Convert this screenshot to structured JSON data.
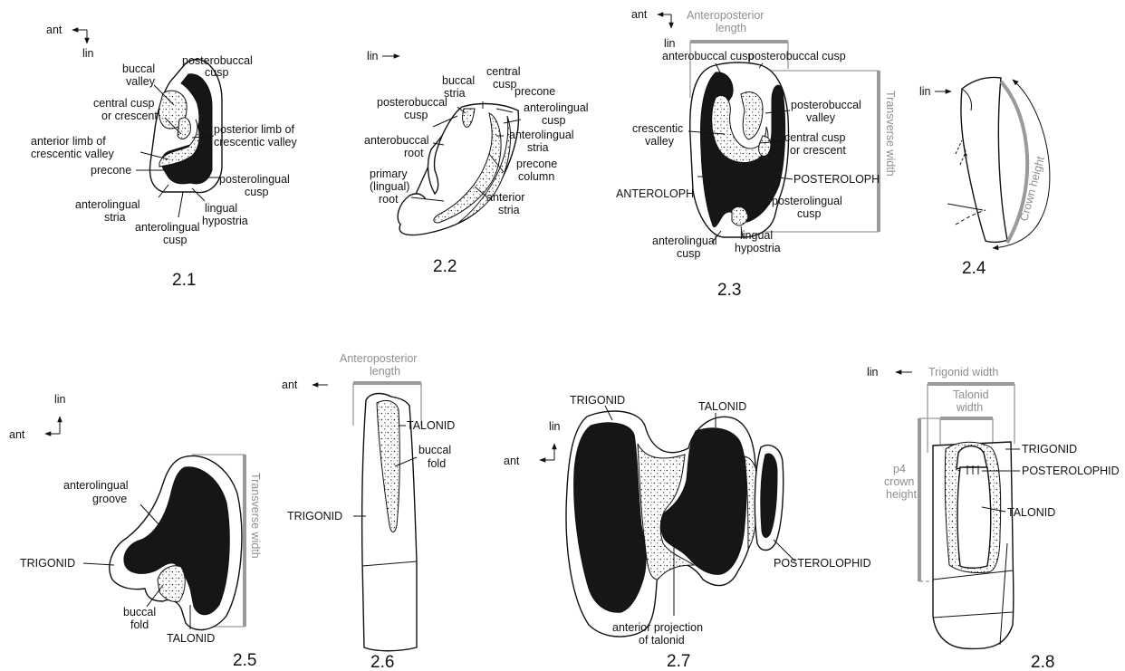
{
  "panels": [
    {
      "id": "2.1",
      "number": "2.1",
      "orientation": {
        "a": "ant",
        "b": "lin"
      },
      "labels": [
        "posterobuccal",
        "cusp",
        "buccal",
        "valley",
        "central cusp",
        "or crescent",
        "posterior limb of",
        "crescentic valley",
        "anterior limb of",
        "crescentic valley",
        "precone",
        "posterolingual",
        "cusp",
        "anterolingual",
        "stria",
        "lingual",
        "hypostria",
        "anterolingual",
        "cusp"
      ]
    },
    {
      "id": "2.2",
      "number": "2.2",
      "orientation": {
        "a": "lin"
      },
      "labels": [
        "buccal",
        "stria",
        "central",
        "cusp",
        "precone",
        "posterobuccal",
        "cusp",
        "anterolingual",
        "cusp",
        "anterobuccal",
        "root",
        "anterolingual",
        "stria",
        "precone",
        "column",
        "primary",
        "(lingual)",
        "root",
        "anterior",
        "stria"
      ]
    },
    {
      "id": "2.3",
      "number": "2.3",
      "orientation": {
        "a": "ant",
        "b": "lin"
      },
      "measurements": [
        "Anteroposterior",
        "length",
        "Transverse width"
      ],
      "labels": [
        "anterobuccal cusp",
        "posterobuccal cusp",
        "posterobuccal",
        "valley",
        "crescentic",
        "valley",
        "central cusp",
        "or crescent",
        "POSTEROLOPH",
        "ANTEROLOPH",
        "posterolingual",
        "cusp",
        "anterolingual",
        "cusp",
        "lingual",
        "hypostria"
      ]
    },
    {
      "id": "2.4",
      "number": "2.4",
      "orientation": {
        "a": "lin"
      },
      "measurements": [
        "Crown height"
      ],
      "labels": []
    },
    {
      "id": "2.5",
      "number": "2.5",
      "orientation": {
        "a": "lin",
        "b": "ant"
      },
      "measurements": [
        "Transverse width"
      ],
      "labels": [
        "anterolingual",
        "groove",
        "TRIGONID",
        "buccal",
        "fold",
        "TALONID"
      ]
    },
    {
      "id": "2.6",
      "number": "2.6",
      "orientation": {
        "a": "ant"
      },
      "measurements": [
        "Anteroposterior",
        "length"
      ],
      "labels": [
        "TALONID",
        "buccal",
        "fold",
        "TRIGONID"
      ]
    },
    {
      "id": "2.7",
      "number": "2.7",
      "orientation": {
        "a": "lin",
        "b": "ant"
      },
      "labels": [
        "TRIGONID",
        "TALONID",
        "POSTEROLOPHID",
        "anterior projection",
        "of talonid"
      ]
    },
    {
      "id": "2.8",
      "number": "2.8",
      "orientation": {
        "a": "lin"
      },
      "measurements": [
        "Trigonid width",
        "Talonid",
        "width",
        "p4",
        "crown",
        "height"
      ],
      "labels": [
        "TRIGONID",
        "POSTEROLOPHID",
        "TALONID"
      ]
    }
  ]
}
